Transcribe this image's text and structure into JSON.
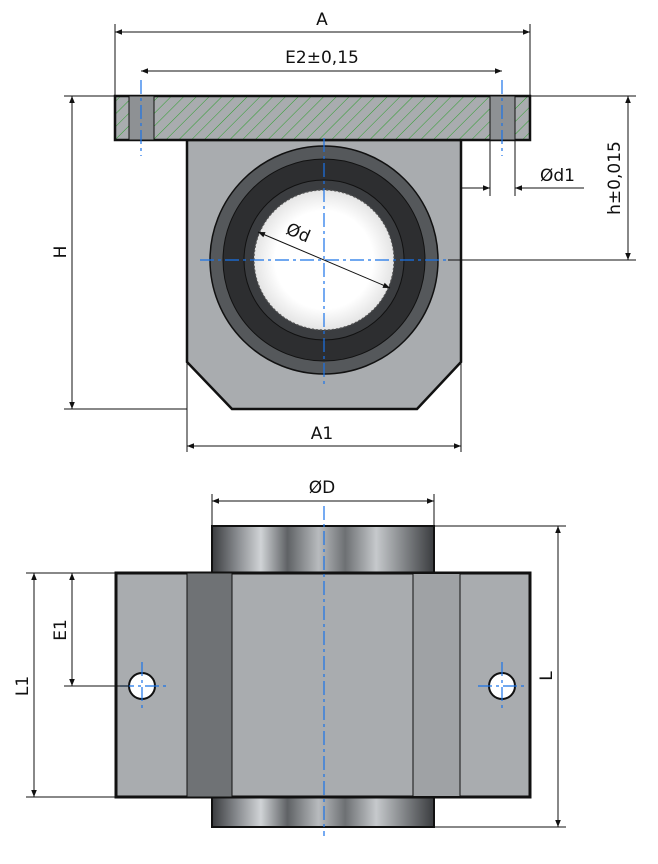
{
  "labels": {
    "A": "A",
    "E2": "E2±0,15",
    "d1": "Ød1",
    "h": "h±0,015",
    "H": "H",
    "d": "Ød",
    "A1": "A1",
    "D": "ØD",
    "E1": "E1",
    "L1": "L1",
    "L": "L"
  },
  "colors": {
    "housing": "#a9acaf",
    "housing_dark": "#6f7275",
    "hatch": "#2e9e2e",
    "seal": "#2d2e30",
    "bearing_ring": "#55585b",
    "centerline": "#1a73e8"
  }
}
